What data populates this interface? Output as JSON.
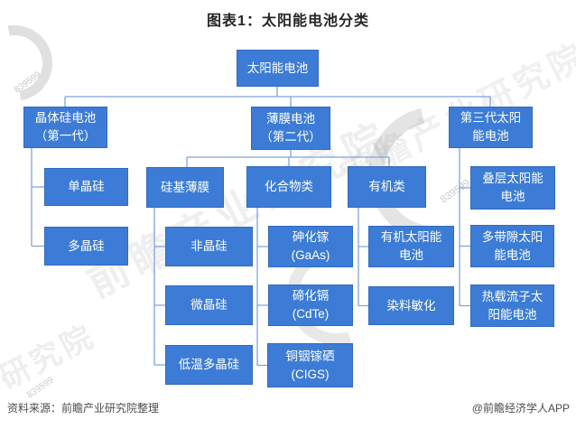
{
  "title": "图表1：太阳能电池分类",
  "footer": {
    "source": "资料来源：前瞻产业研究院整理",
    "credit": "@前瞻经济学人APP"
  },
  "colors": {
    "node_fill": "#3C7CD6",
    "node_text": "#FFFFFF",
    "connector": "#7FA3DB",
    "title_text": "#262626",
    "footer_text": "#4D4D4D"
  },
  "watermark": {
    "brand": "前瞻产业研究院",
    "brand_partial": "研究院",
    "digits": "839599"
  },
  "nodes": {
    "root": {
      "label": "太阳能电池"
    },
    "gen1": {
      "label": "晶体硅电池\n（第一代）"
    },
    "thin": {
      "label": "薄膜电池\n（第二代）"
    },
    "gen3": {
      "label": "第三代太阳\n能电池"
    },
    "mono": {
      "label": "单晶硅"
    },
    "poly": {
      "label": "多晶硅"
    },
    "sifilm": {
      "label": "硅基薄膜"
    },
    "compound": {
      "label": "化合物类"
    },
    "organic": {
      "label": "有机类"
    },
    "amorphous": {
      "label": "非晶硅"
    },
    "micro": {
      "label": "微晶硅"
    },
    "ltps": {
      "label": "低温多晶硅"
    },
    "gaas": {
      "label": "砷化镓\n(GaAs)"
    },
    "cdte": {
      "label": "碲化镉\n(CdTe)"
    },
    "cigs": {
      "label": "铜铟镓硒\n(CIGS)"
    },
    "organic_cell": {
      "label": "有机太阳能\n电池"
    },
    "dye": {
      "label": "染料敏化"
    },
    "tandem": {
      "label": "叠层太阳能\n电池"
    },
    "multibandgap": {
      "label": "多带隙太阳\n能电池"
    },
    "hotcarrier": {
      "label": "热载流子太\n阳能电池"
    }
  },
  "hierarchy": {
    "root": [
      "gen1",
      "thin",
      "gen3"
    ],
    "gen1": [
      "mono",
      "poly"
    ],
    "thin": [
      "sifilm",
      "compound",
      "organic"
    ],
    "sifilm": [
      "amorphous",
      "micro",
      "ltps"
    ],
    "compound": [
      "gaas",
      "cdte",
      "cigs"
    ],
    "organic": [
      "organic_cell",
      "dye"
    ],
    "gen3": [
      "tandem",
      "multibandgap",
      "hotcarrier"
    ]
  }
}
